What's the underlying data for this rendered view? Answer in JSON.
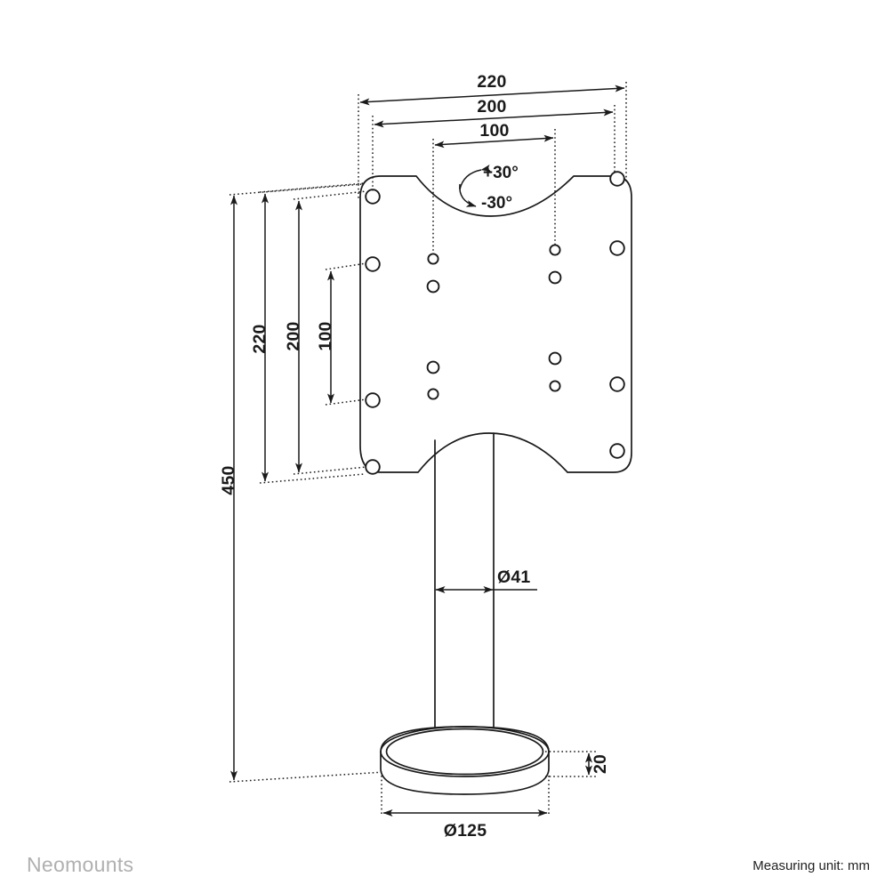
{
  "document": {
    "type": "technical-dimension-drawing",
    "subject": "monitor desk mount with VESA plate, column and round base",
    "units": "mm"
  },
  "footer": {
    "brand": "Neomounts",
    "unit_note": "Measuring unit: mm"
  },
  "dimensions": {
    "width_outer": "220",
    "width_middle": "200",
    "width_inner": "100",
    "height_total": "450",
    "height_outer": "220",
    "height_middle": "200",
    "height_inner": "100",
    "column_diameter": "Ø41",
    "base_diameter": "Ø125",
    "base_thickness": "20"
  },
  "annotations": {
    "tilt_up": "+30°",
    "tilt_down": "-30°"
  },
  "colors": {
    "line": "#1a1a1a",
    "brand_gray": "#b0b0b0",
    "background": "#ffffff"
  }
}
